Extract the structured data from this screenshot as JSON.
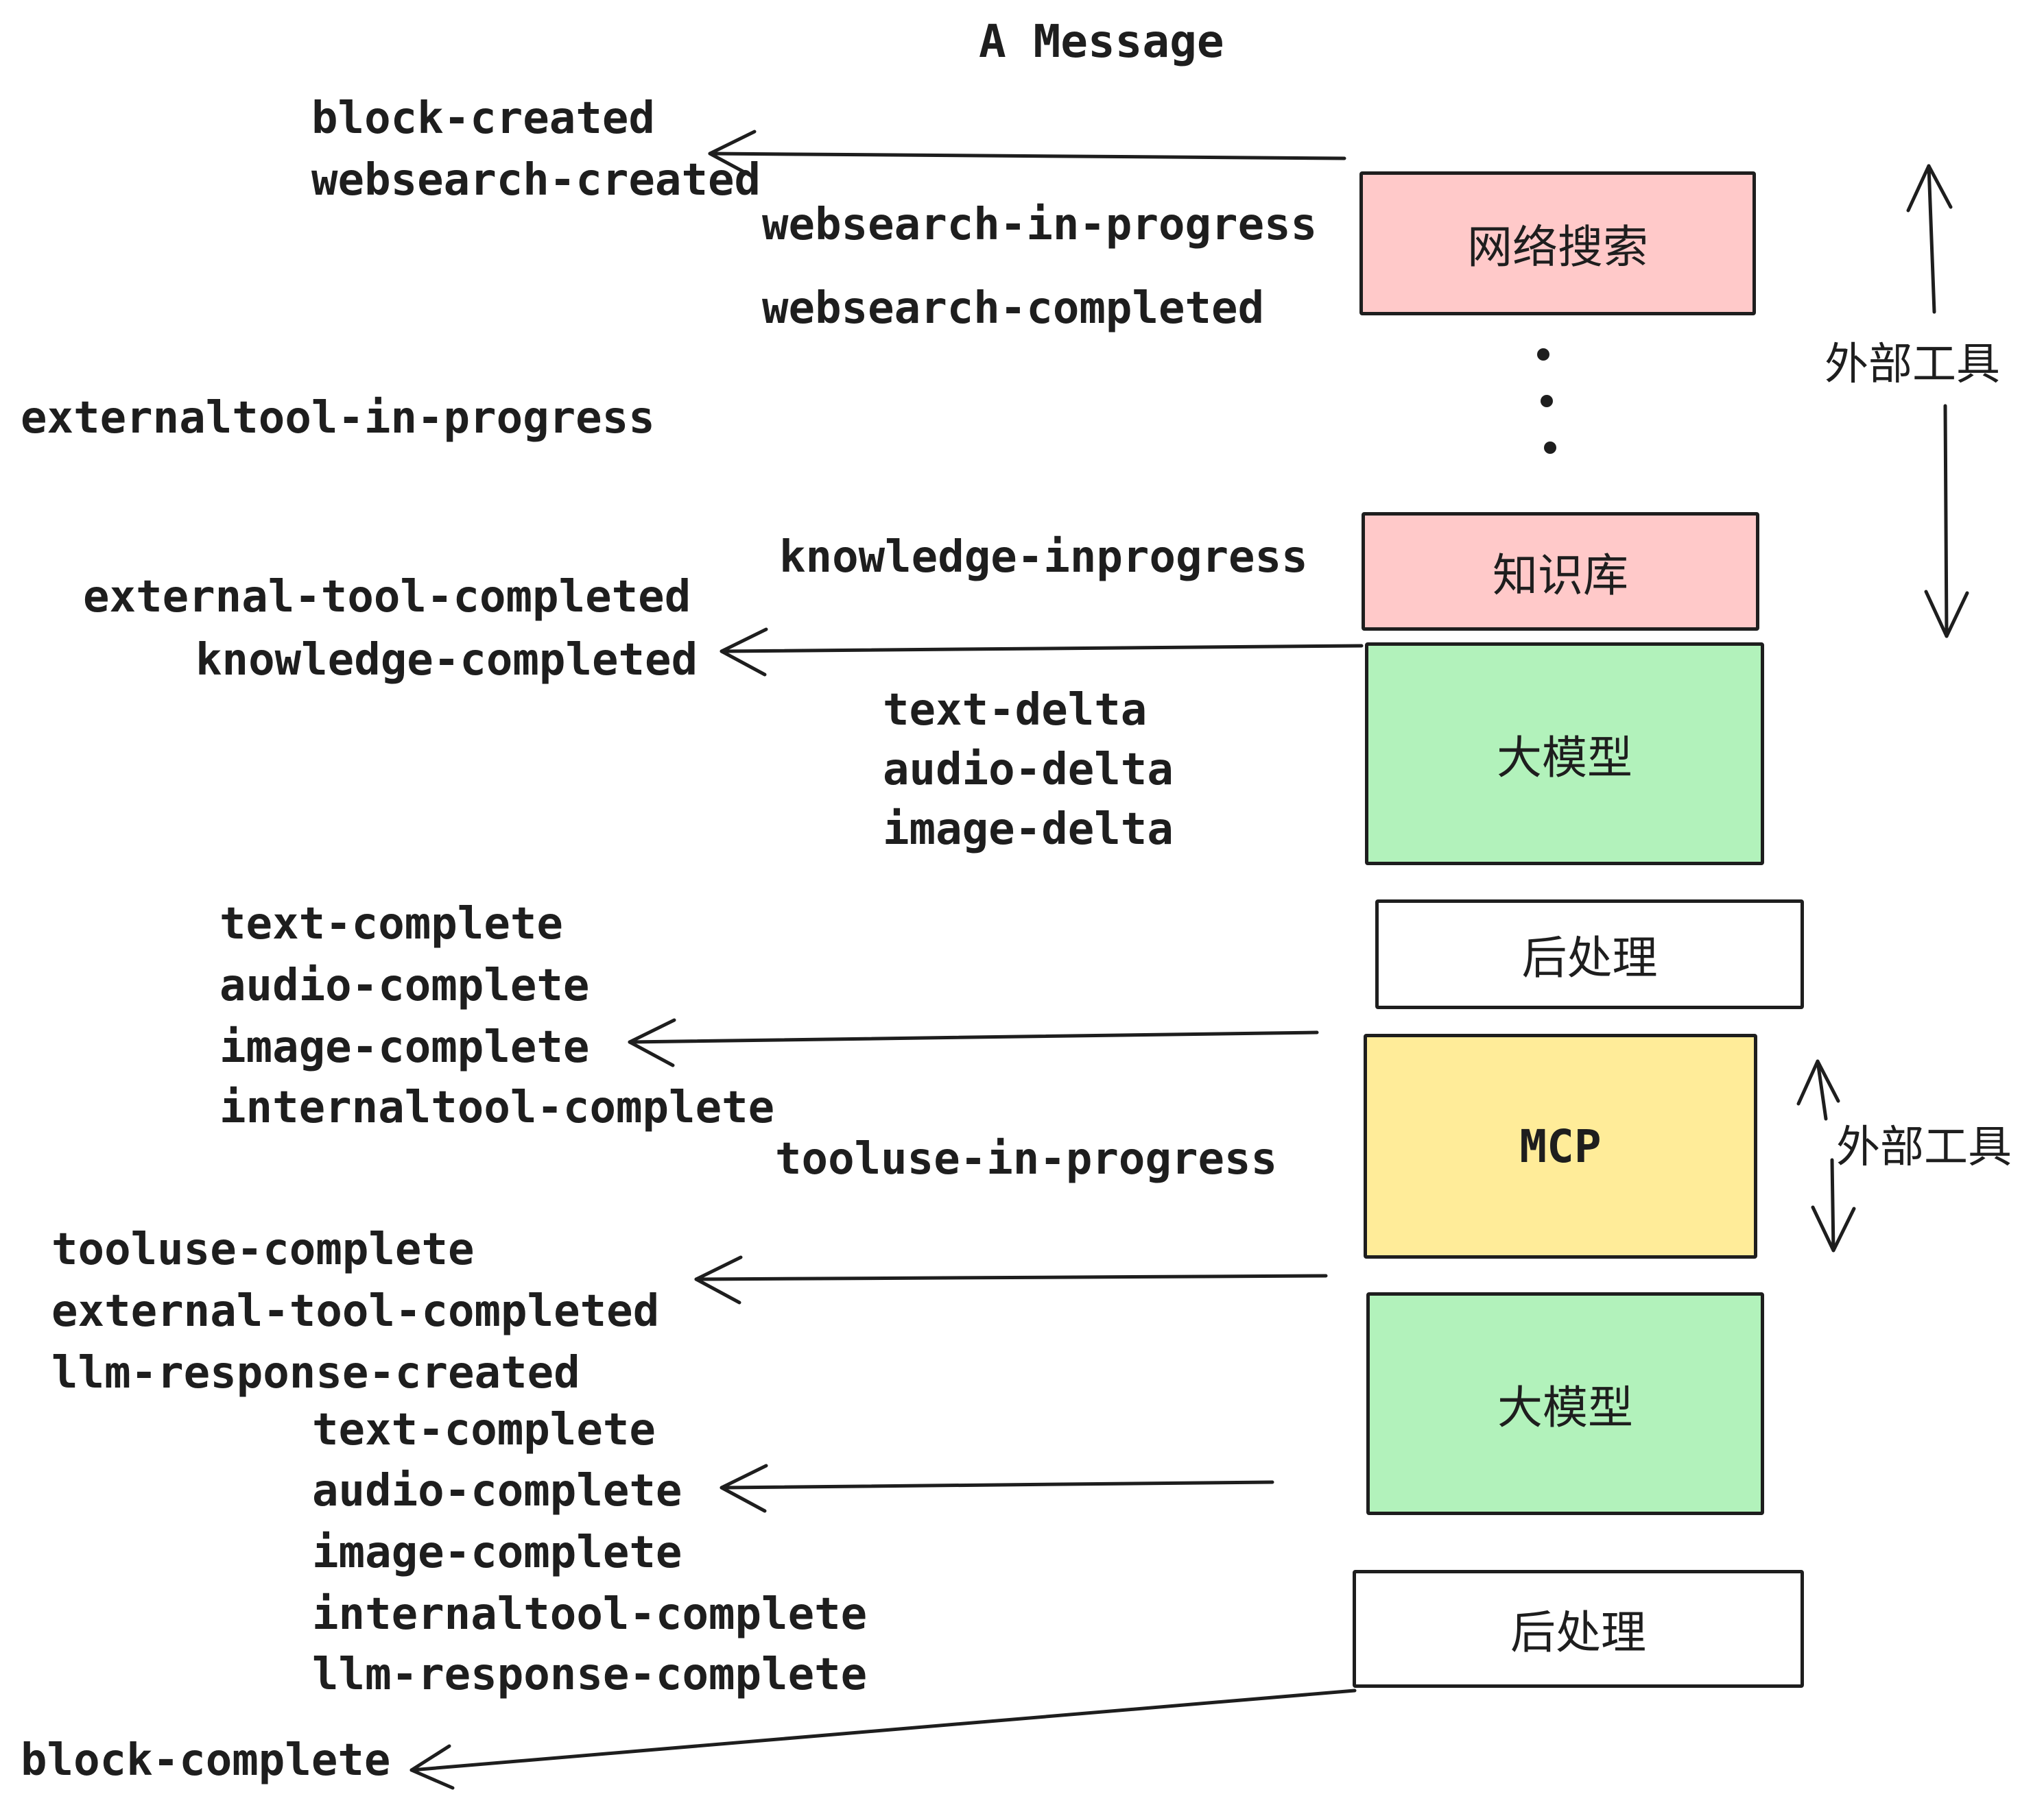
{
  "title": "A Message",
  "colors": {
    "pink": "#FFC9C9",
    "green": "#B2F2BB",
    "yellow": "#FFEC99",
    "white": "#FFFFFF",
    "stroke": "#1E1E1E"
  },
  "boxes": {
    "websearch": "网络搜索",
    "knowledge": "知识库",
    "llm_top": "大模型",
    "post_top": "后处理",
    "mcp": "MCP",
    "llm_bottom": "大模型",
    "post_bottom": "后处理"
  },
  "side_labels": {
    "external_tools_top": "外部工具",
    "external_tools_bottom": "外部工具"
  },
  "events": {
    "block_created": "block-created",
    "websearch_created": "websearch-created",
    "websearch_in_progress": "websearch-in-progress",
    "websearch_completed": "websearch-completed",
    "externaltool_in_progress": "externaltool-in-progress",
    "knowledge_inprogress": "knowledge-inprogress",
    "external_tool_completed": "external-tool-completed",
    "knowledge_completed": "knowledge-completed",
    "text_delta": "text-delta",
    "audio_delta": "audio-delta",
    "image_delta": "image-delta",
    "text_complete": "text-complete",
    "audio_complete": "audio-complete",
    "image_complete": "image-complete",
    "internaltool_complete": "internaltool-complete",
    "tooluse_in_progress": "tooluse-in-progress",
    "tooluse_complete": "tooluse-complete",
    "external_tool_completed_2": "external-tool-completed",
    "llm_response_created": "llm-response-created",
    "text_complete_2": "text-complete",
    "audio_complete_2": "audio-complete",
    "image_complete_2": "image-complete",
    "internaltool_complete_2": "internaltool-complete",
    "llm_response_complete": "llm-response-complete",
    "block_complete": "block-complete"
  }
}
